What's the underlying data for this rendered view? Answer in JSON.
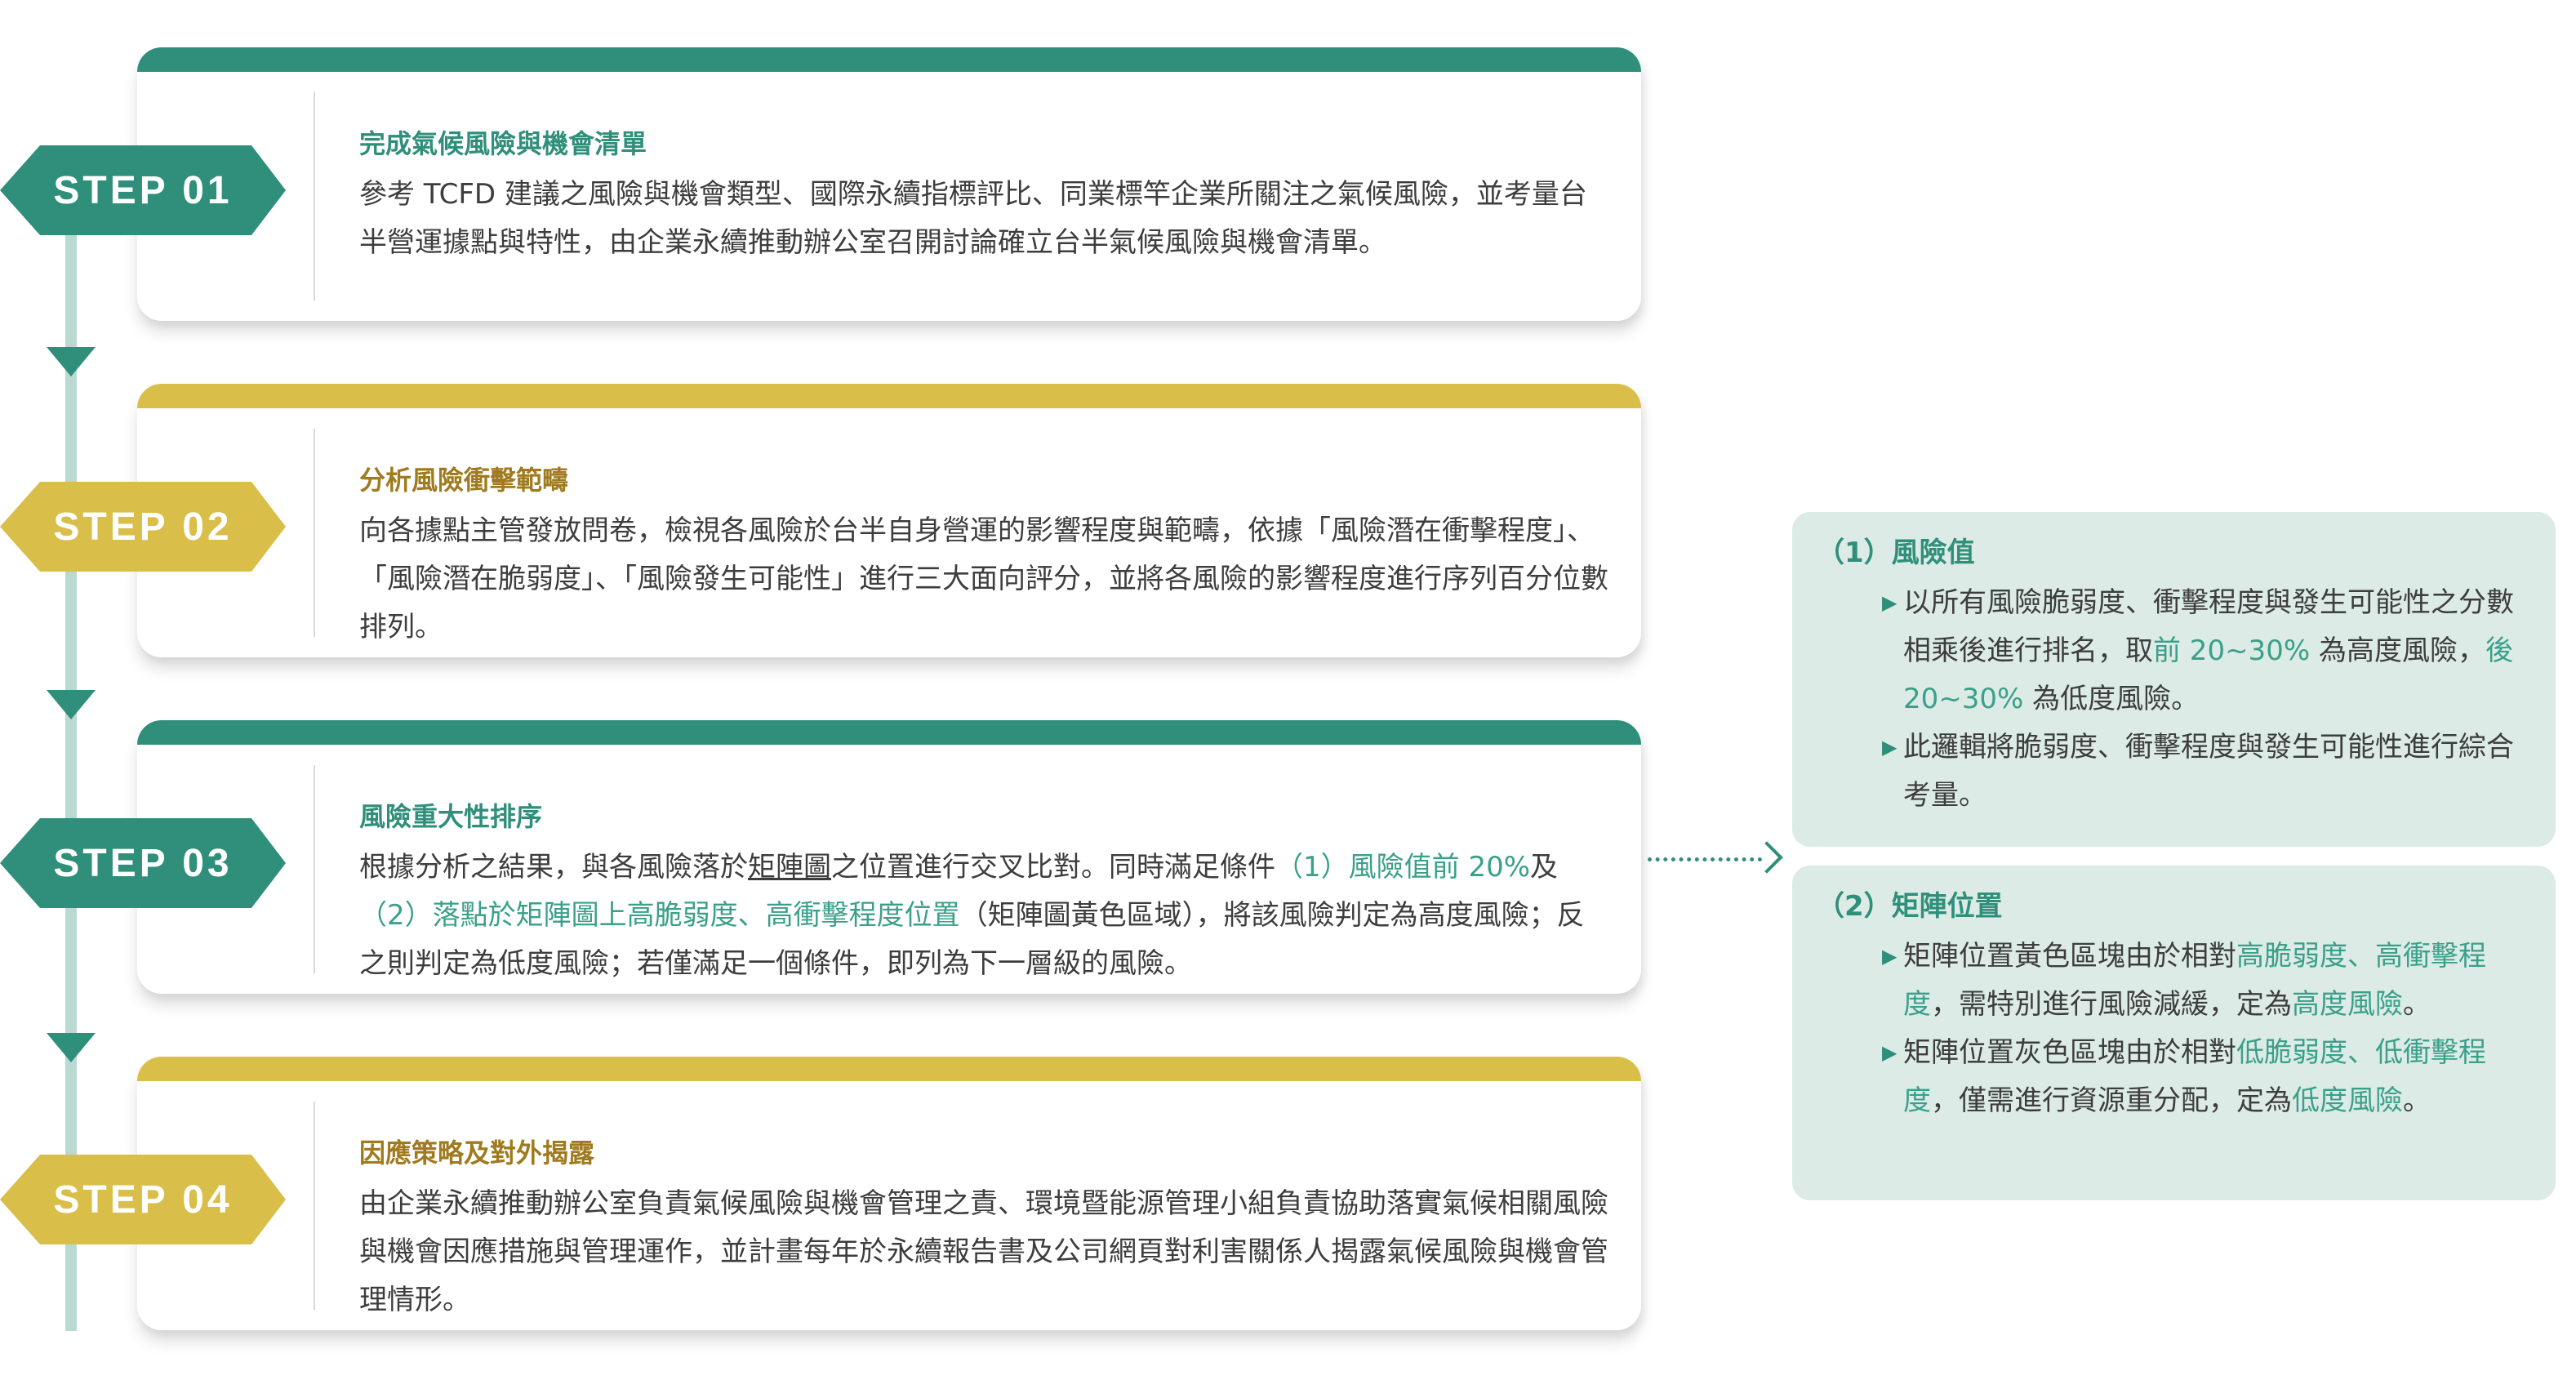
{
  "steps": [
    {
      "badge": "STEP 01",
      "title": "完成氣候風險與機會清單",
      "body": "參考 TCFD 建議之風險與機會類型、國際永續指標評比、同業標竿企業所關注之氣候風險，並考量台半營運據點與特性，由企業永續推動辦公室召開討論確立台半氣候風險與機會清單。"
    },
    {
      "badge": "STEP 02",
      "title": "分析風險衝擊範疇",
      "body": "向各據點主管發放問卷，檢視各風險於台半自身營運的影響程度與範疇，依據「風險潛在衝擊程度」、「風險潛在脆弱度」、「風險發生可能性」進行三大面向評分，並將各風險的影響程度進行序列百分位數排列。"
    },
    {
      "badge": "STEP 03",
      "title": "風險重大性排序",
      "body_p1": "根據分析之結果，與各風險落於",
      "body_ul": "矩陣圖",
      "body_p2": "之位置進行交叉比對。同時滿足條件",
      "body_hl1": "（1）風險值前 20%",
      "body_p3": "及",
      "body_hl2": "（2）落點於矩陣圖上高脆弱度、高衝擊程度位置",
      "body_p4": "（矩陣圖黃色區域），將該風險判定為高度風險；反之則判定為低度風險；若僅滿足一個條件，即列為下一層級的風險。"
    },
    {
      "badge": "STEP 04",
      "title": "因應策略及對外揭露",
      "body": "由企業永續推動辦公室負責氣候風險與機會管理之責、環境暨能源管理小組負責協助落實氣候相關風險與機會因應措施與管理運作，並計畫每年於永續報告書及公司網頁對利害關係人揭露氣候風險與機會管理情形。"
    }
  ],
  "info1": {
    "title": "（1）風險值",
    "b1_p1": "以所有風險脆弱度、衝擊程度與發生可能性之分數相乘後進行排名，取",
    "b1_hl1": "前 20~30%",
    "b1_p2": " 為高度風險，",
    "b1_hl2": "後 20~30%",
    "b1_p3": " 為低度風險。",
    "b2": "此邏輯將脆弱度、衝擊程度與發生可能性進行綜合考量。"
  },
  "info2": {
    "title": "（2）矩陣位置",
    "b1_p1": "矩陣位置黃色區塊由於相對",
    "b1_hl": "高脆弱度、高衝擊程度",
    "b1_p2": "，需特別進行風險減緩，定為",
    "b1_hl2": "高度風險",
    "b1_p3": "。",
    "b2_p1": "矩陣位置灰色區塊由於相對",
    "b2_hl": "低脆弱度、低衝擊程度",
    "b2_p2": "，僅需進行資源重分配，定為",
    "b2_hl2": "低度風險",
    "b2_p3": "。"
  },
  "colors": {
    "green": "#2f8f7a",
    "gold": "#d9be4a",
    "gold_text": "#a07a1e",
    "panel_bg": "#dcebe5",
    "timeline": "#b9d9d1"
  },
  "icons": {
    "timeline_arrow": "down-triangle-icon",
    "bullet": "right-triangle-icon",
    "connector": "dotted-arrow-icon"
  }
}
